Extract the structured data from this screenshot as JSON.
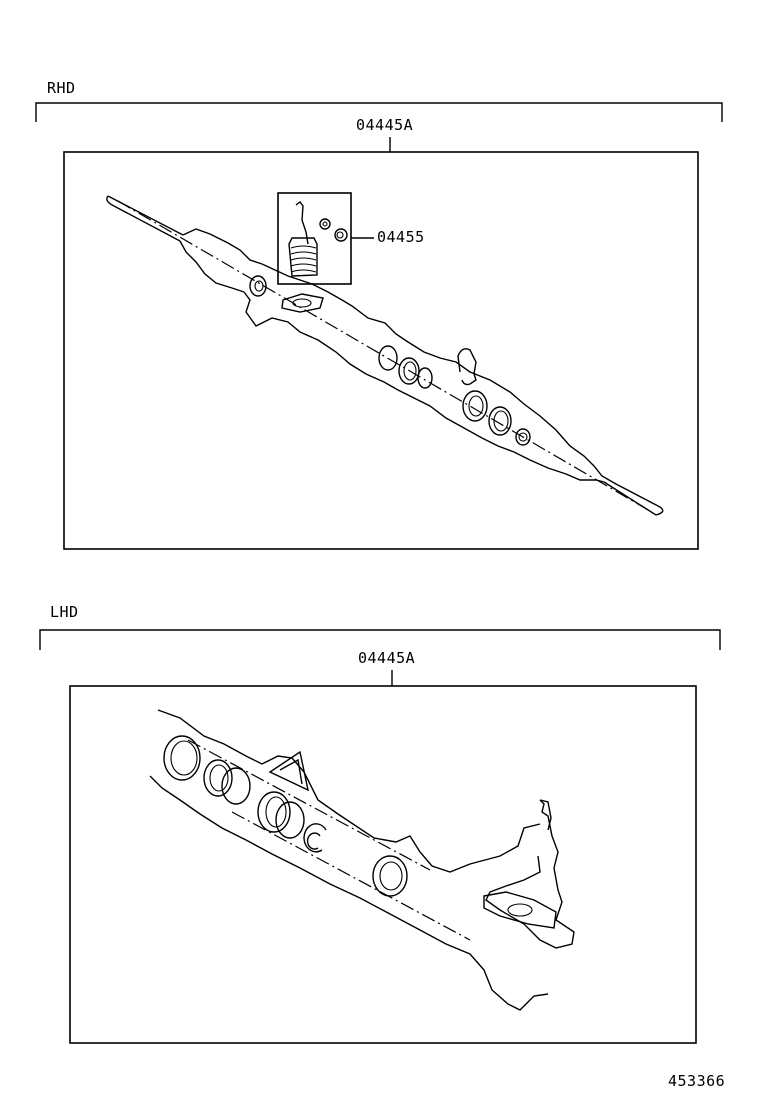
{
  "sections": [
    {
      "label": "RHD",
      "part_number": "04445A",
      "callouts": [
        "04455"
      ]
    },
    {
      "label": "LHD",
      "part_number": "04445A",
      "callouts": []
    }
  ],
  "diagram_id": "453366"
}
